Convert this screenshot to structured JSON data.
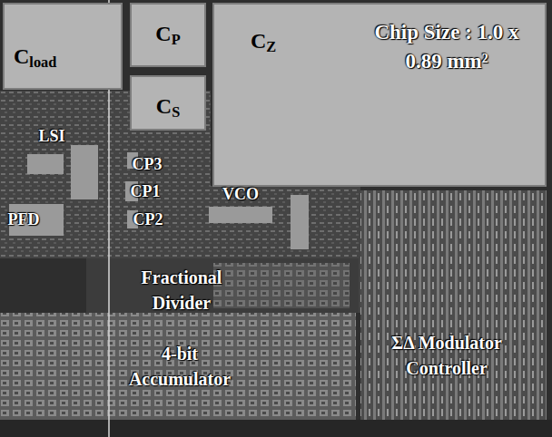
{
  "diagram": {
    "nodes": [
      {
        "text": [
          "Cload"
        ]
      },
      {
        "text": [
          "CP"
        ]
      },
      {
        "text": [
          "CZ"
        ]
      },
      {
        "text": [
          "CS"
        ]
      }
    ],
    "labels": [
      "Chip Size : 1.0 x 0.89 mm²",
      "LSI",
      "CP3",
      "CP1",
      "VCO",
      "PFD",
      "CP2",
      "Fractional Divider",
      "4-bit Accumulator",
      "ΣΔ Modulator Controller"
    ]
  }
}
